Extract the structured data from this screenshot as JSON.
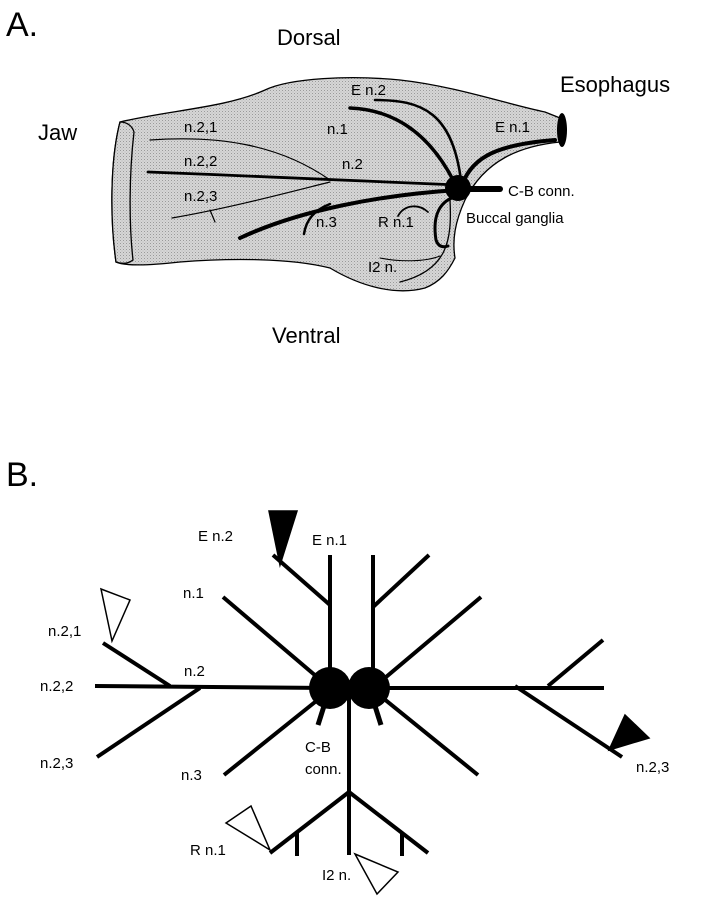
{
  "panel_a": {
    "letter": "A.",
    "dorsal": "Dorsal",
    "ventral": "Ventral",
    "jaw": "Jaw",
    "esophagus": "Esophagus",
    "labels": {
      "en2": "E n.2",
      "en1": "E n.1",
      "n21": "n.2,1",
      "n22": "n.2,2",
      "n23": "n.2,3",
      "n1": "n.1",
      "n2": "n.2",
      "n3": "n.3",
      "rn1": "R n.1",
      "i2n": "I2 n.",
      "cb": "C-B conn.",
      "buccal": "Buccal ganglia"
    }
  },
  "panel_b": {
    "letter": "B.",
    "labels": {
      "en2": "E n.2",
      "en1": "E n.1",
      "n1": "n.1",
      "n21": "n.2,1",
      "n22": "n.2,2",
      "n2": "n.2",
      "n23_left": "n.2,3",
      "n3": "n.3",
      "cb1": "C-B",
      "cb2": "conn.",
      "n23_right": "n.2,3",
      "rn1": "R n.1",
      "i2n": "I2 n."
    },
    "markers": {
      "en2": "filled",
      "n21": "open",
      "n23_right": "filled",
      "rn1": "open",
      "i2n": "open"
    }
  }
}
